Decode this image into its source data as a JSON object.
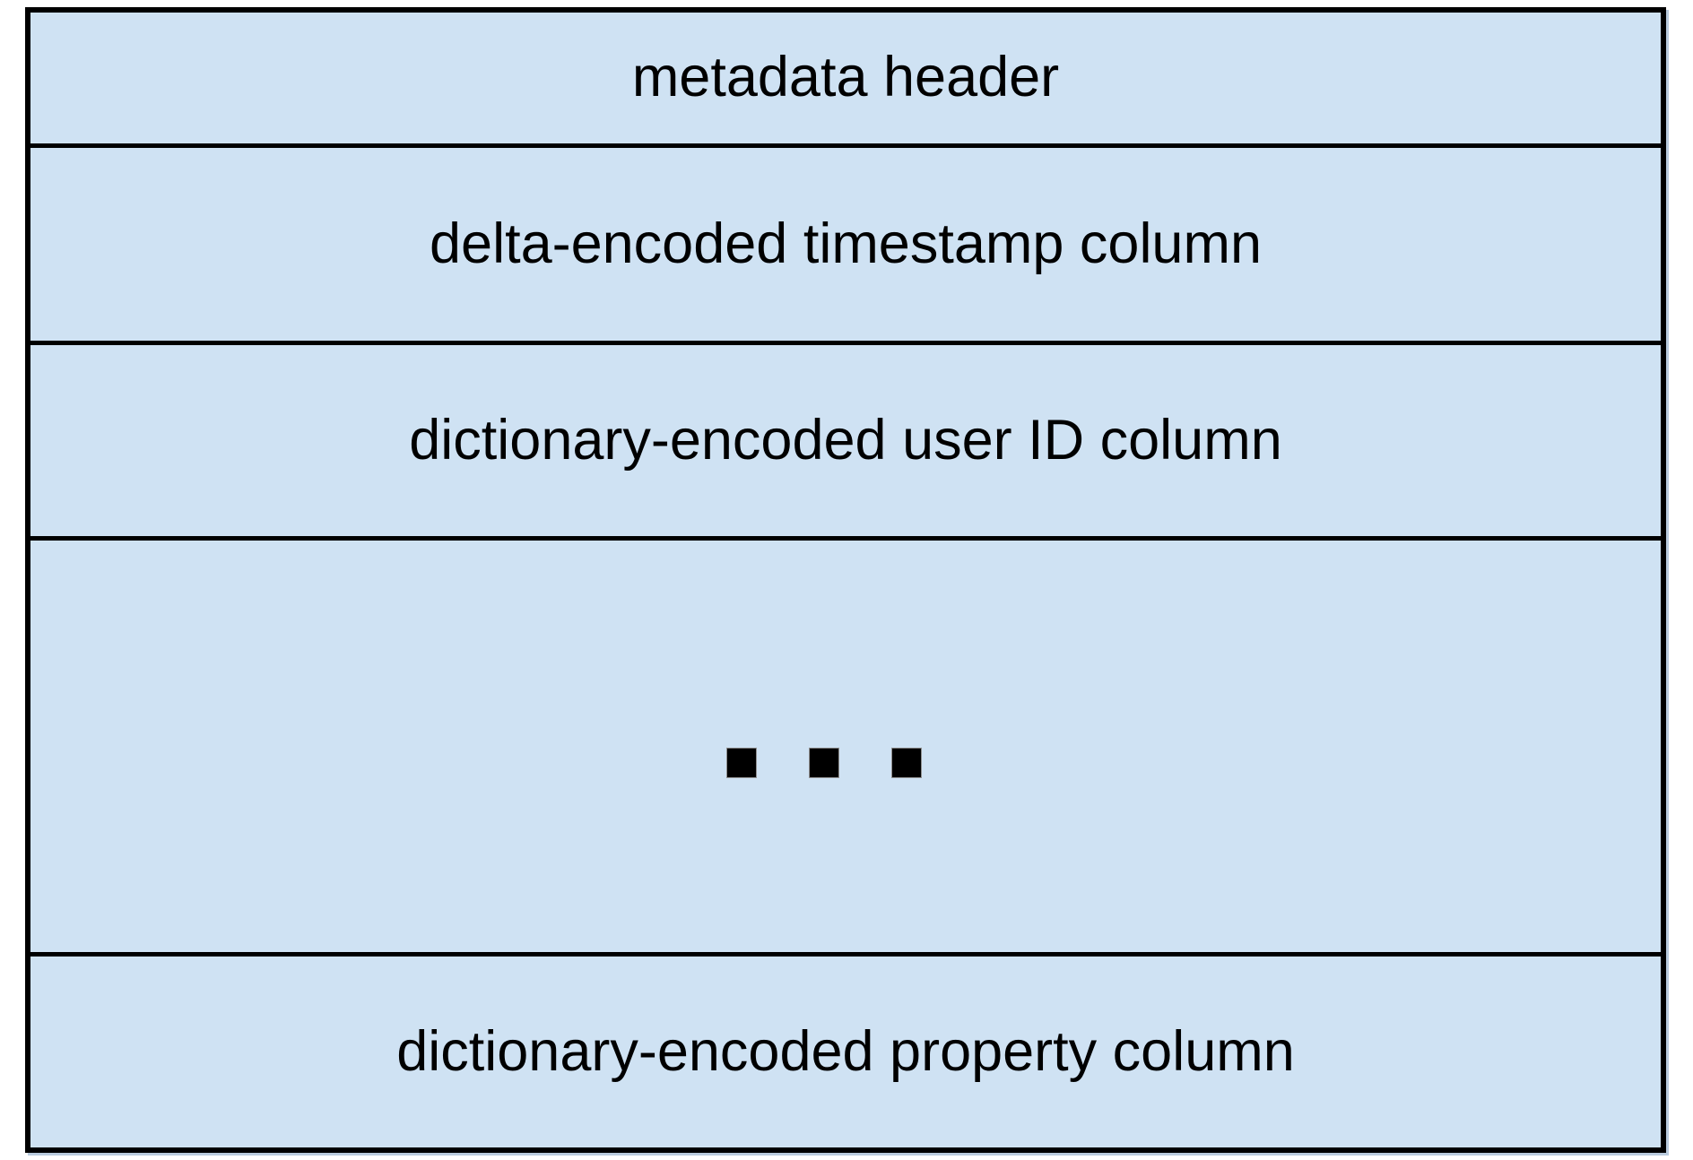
{
  "diagram": {
    "description": "columnar file layout block diagram",
    "rows": [
      {
        "label": "metadata header"
      },
      {
        "label": "delta-encoded timestamp column"
      },
      {
        "label": "dictionary-encoded user ID column"
      },
      {
        "label": "",
        "ellipsis_squares": 3
      },
      {
        "label": "dictionary-encoded property column"
      }
    ],
    "colors": {
      "fill": "#cfe2f3",
      "border": "#000000",
      "shadow": "#b9cbde",
      "page_background": "#ffffff",
      "text": "#000000",
      "square": "#000000"
    }
  }
}
